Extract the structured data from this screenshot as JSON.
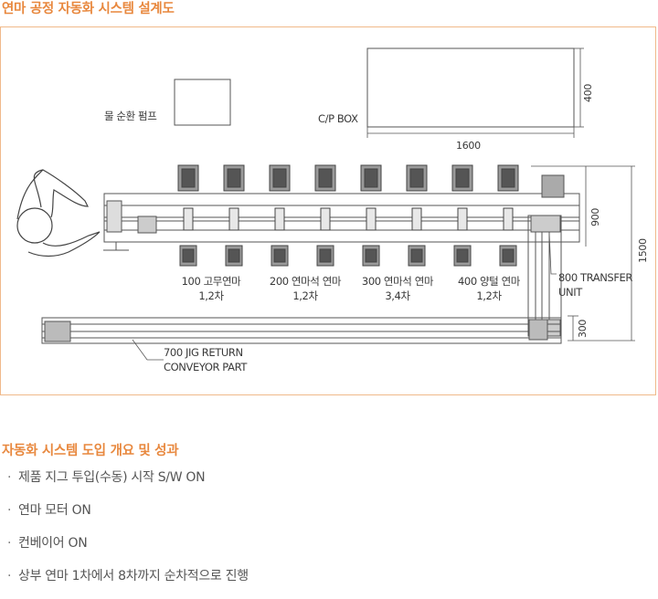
{
  "figure": {
    "title": "연마 공정 자동화 시스템 설계도",
    "labels": {
      "pump": "물 순환 펌프",
      "cp_box": "C/P BOX",
      "dim_400": "400",
      "dim_1600": "1600",
      "dim_900": "900",
      "dim_1500": "1500",
      "dim_300": "300",
      "transfer": [
        "800 TRANSFER",
        "UNIT"
      ],
      "jig_return": [
        "700 JIG RETURN",
        "CONVEYOR PART"
      ]
    },
    "stations": [
      {
        "line1": "100 고무연마",
        "line2": "1,2차"
      },
      {
        "line1": "200 연마석 연마",
        "line2": "1,2차"
      },
      {
        "line1": "300 연마석 연마",
        "line2": "3,4차"
      },
      {
        "line1": "400 양털 연마",
        "line2": "1,2차"
      }
    ]
  },
  "summary": {
    "title": "자동화 시스템 도입 개요 및 성과",
    "bullet": "·",
    "steps": [
      "제품 지그 투입(수동) 시작 S/W ON",
      "연마 모터 ON",
      "컨베이어 ON",
      "상부 연마 1차에서 8차까지 순차적으로 진행"
    ]
  }
}
